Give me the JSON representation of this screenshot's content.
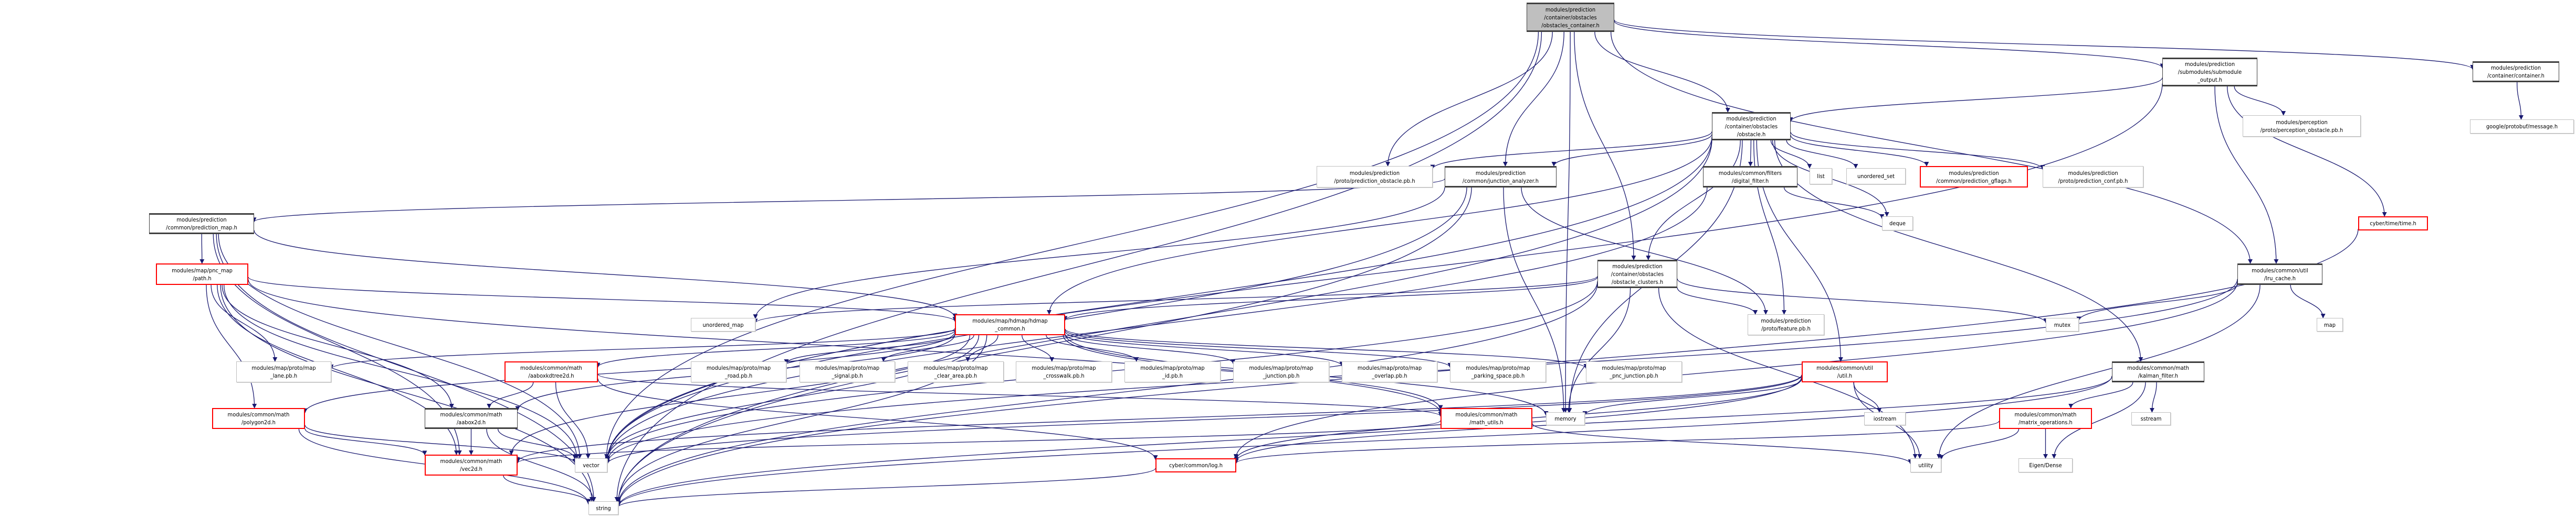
{
  "title": "obstacles_container.h include dependency graph",
  "colors": {
    "edge": "#191970",
    "red_border": "#ff0000",
    "root_fill": "#bfbfbf"
  },
  "nodes": {
    "root": {
      "label": "modules/prediction\n/container/obstacles\n/obstacles_container.h",
      "kind": "root"
    },
    "submodule_output": {
      "label": "modules/prediction\n/submodules/submodule\n_output.h",
      "kind": "doc"
    },
    "container": {
      "label": "modules/prediction\n/container/container.h",
      "kind": "doc"
    },
    "message": {
      "label": "google/protobuf/message.h",
      "kind": "plain"
    },
    "obstacle": {
      "label": "modules/prediction\n/container/obstacles\n/obstacle.h",
      "kind": "doc"
    },
    "perception_obstacle": {
      "label": "modules/perception\n/proto/perception_obstacle.pb.h",
      "kind": "plain"
    },
    "prediction_obstacle": {
      "label": "modules/prediction\n/proto/prediction_obstacle.pb.h",
      "kind": "plain"
    },
    "junction_analyzer": {
      "label": "modules/prediction\n/common/junction_analyzer.h",
      "kind": "doc"
    },
    "digital_filter": {
      "label": "modules/common/filters\n/digital_filter.h",
      "kind": "doc"
    },
    "list": {
      "label": "list",
      "kind": "plain"
    },
    "unordered_set": {
      "label": "unordered_set",
      "kind": "plain"
    },
    "gflags": {
      "label": "modules/prediction\n/common/prediction_gflags.h",
      "kind": "red"
    },
    "prediction_conf": {
      "label": "modules/prediction\n/proto/prediction_conf.pb.h",
      "kind": "plain"
    },
    "time": {
      "label": "cyber/time/time.h",
      "kind": "red"
    },
    "prediction_map": {
      "label": "modules/prediction\n/common/prediction_map.h",
      "kind": "doc"
    },
    "pnc_path": {
      "label": "modules/map/pnc_map\n/path.h",
      "kind": "red"
    },
    "obstacle_clusters": {
      "label": "modules/prediction\n/container/obstacles\n/obstacle_clusters.h",
      "kind": "doc"
    },
    "deque": {
      "label": "deque",
      "kind": "plain"
    },
    "lru_cache": {
      "label": "modules/common/util\n/lru_cache.h",
      "kind": "doc"
    },
    "unordered_map": {
      "label": "unordered_map",
      "kind": "plain"
    },
    "hdmap_common": {
      "label": "modules/map/hdmap/hdmap\n_common.h",
      "kind": "red"
    },
    "feature": {
      "label": "modules/prediction\n/proto/feature.pb.h",
      "kind": "plain"
    },
    "mutex": {
      "label": "mutex",
      "kind": "plain"
    },
    "map": {
      "label": "map",
      "kind": "plain"
    },
    "lane_pb": {
      "label": "modules/map/proto/map\n_lane.pb.h",
      "kind": "plain"
    },
    "aaboxkdtree2d": {
      "label": "modules/common/math\n/aaboxkdtree2d.h",
      "kind": "red"
    },
    "road_pb": {
      "label": "modules/map/proto/map\n_road.pb.h",
      "kind": "plain"
    },
    "signal_pb": {
      "label": "modules/map/proto/map\n_signal.pb.h",
      "kind": "plain"
    },
    "clear_area_pb": {
      "label": "modules/map/proto/map\n_clear_area.pb.h",
      "kind": "plain"
    },
    "crosswalk_pb": {
      "label": "modules/map/proto/map\n_crosswalk.pb.h",
      "kind": "plain"
    },
    "id_pb": {
      "label": "modules/map/proto/map\n_id.pb.h",
      "kind": "plain"
    },
    "junction_pb": {
      "label": "modules/map/proto/map\n_junction.pb.h",
      "kind": "plain"
    },
    "overlap_pb": {
      "label": "modules/map/proto/map\n_overlap.pb.h",
      "kind": "plain"
    },
    "parking_space_pb": {
      "label": "modules/map/proto/map\n_parking_space.pb.h",
      "kind": "plain"
    },
    "pnc_junction_pb": {
      "label": "modules/map/proto/map\n_pnc_junction.pb.h",
      "kind": "plain"
    },
    "util": {
      "label": "modules/common/util\n/util.h",
      "kind": "red"
    },
    "kalman_filter": {
      "label": "modules/common/math\n/kalman_filter.h",
      "kind": "doc"
    },
    "polygon2d": {
      "label": "modules/common/math\n/polygon2d.h",
      "kind": "red"
    },
    "aabox2d": {
      "label": "modules/common/math\n/aabox2d.h",
      "kind": "doc"
    },
    "math_utils": {
      "label": "modules/common/math\n/math_utils.h",
      "kind": "red"
    },
    "memory": {
      "label": "memory",
      "kind": "plain"
    },
    "iostream": {
      "label": "iostream",
      "kind": "plain"
    },
    "matrix_operations": {
      "label": "modules/common/math\n/matrix_operations.h",
      "kind": "red"
    },
    "sstream": {
      "label": "sstream",
      "kind": "plain"
    },
    "vec2d": {
      "label": "modules/common/math\n/vec2d.h",
      "kind": "red"
    },
    "vector": {
      "label": "vector",
      "kind": "plain"
    },
    "log": {
      "label": "cyber/common/log.h",
      "kind": "red"
    },
    "utility": {
      "label": "utility",
      "kind": "plain"
    },
    "eigen": {
      "label": "Eigen/Dense",
      "kind": "plain"
    },
    "string": {
      "label": "string",
      "kind": "plain"
    }
  },
  "edges": [
    [
      "root",
      "submodule_output"
    ],
    [
      "root",
      "container"
    ],
    [
      "root",
      "obstacle"
    ],
    [
      "root",
      "prediction_obstacle"
    ],
    [
      "root",
      "junction_analyzer"
    ],
    [
      "root",
      "obstacle_clusters"
    ],
    [
      "root",
      "lru_cache"
    ],
    [
      "root",
      "memory"
    ],
    [
      "root",
      "vector"
    ],
    [
      "root",
      "string"
    ],
    [
      "submodule_output",
      "obstacle"
    ],
    [
      "submodule_output",
      "perception_obstacle"
    ],
    [
      "submodule_output",
      "time"
    ],
    [
      "submodule_output",
      "lru_cache"
    ],
    [
      "submodule_output",
      "vector"
    ],
    [
      "container",
      "message"
    ],
    [
      "obstacle",
      "prediction_obstacle"
    ],
    [
      "obstacle",
      "junction_analyzer"
    ],
    [
      "obstacle",
      "digital_filter"
    ],
    [
      "obstacle",
      "list"
    ],
    [
      "obstacle",
      "unordered_set"
    ],
    [
      "obstacle",
      "gflags"
    ],
    [
      "obstacle",
      "prediction_conf"
    ],
    [
      "obstacle",
      "obstacle_clusters"
    ],
    [
      "obstacle",
      "feature"
    ],
    [
      "obstacle",
      "hdmap_common"
    ],
    [
      "obstacle",
      "kalman_filter"
    ],
    [
      "obstacle",
      "deque"
    ],
    [
      "obstacle",
      "memory"
    ],
    [
      "obstacle",
      "vector"
    ],
    [
      "obstacle",
      "string"
    ],
    [
      "obstacle",
      "util"
    ],
    [
      "junction_analyzer",
      "prediction_map"
    ],
    [
      "junction_analyzer",
      "unordered_map"
    ],
    [
      "junction_analyzer",
      "feature"
    ],
    [
      "junction_analyzer",
      "memory"
    ],
    [
      "junction_analyzer",
      "vector"
    ],
    [
      "junction_analyzer",
      "string"
    ],
    [
      "digital_filter",
      "deque"
    ],
    [
      "digital_filter",
      "vector"
    ],
    [
      "prediction_map",
      "pnc_path"
    ],
    [
      "prediction_map",
      "hdmap_common"
    ],
    [
      "prediction_map",
      "vector"
    ],
    [
      "prediction_map",
      "string"
    ],
    [
      "prediction_map",
      "vec2d"
    ],
    [
      "pnc_path",
      "hdmap_common"
    ],
    [
      "pnc_path",
      "lane_pb"
    ],
    [
      "pnc_path",
      "vec2d"
    ],
    [
      "pnc_path",
      "vector"
    ],
    [
      "pnc_path",
      "string"
    ],
    [
      "pnc_path",
      "polygon2d"
    ],
    [
      "pnc_path",
      "aabox2d"
    ],
    [
      "pnc_path",
      "math_utils"
    ],
    [
      "obstacle_clusters",
      "hdmap_common"
    ],
    [
      "obstacle_clusters",
      "feature"
    ],
    [
      "obstacle_clusters",
      "unordered_map"
    ],
    [
      "obstacle_clusters",
      "mutex"
    ],
    [
      "obstacle_clusters",
      "memory"
    ],
    [
      "obstacle_clusters",
      "vector"
    ],
    [
      "obstacle_clusters",
      "string"
    ],
    [
      "obstacle_clusters",
      "utility"
    ],
    [
      "lru_cache",
      "mutex"
    ],
    [
      "lru_cache",
      "map"
    ],
    [
      "lru_cache",
      "utility"
    ],
    [
      "lru_cache",
      "vector"
    ],
    [
      "lru_cache",
      "log"
    ],
    [
      "hdmap_common",
      "lane_pb"
    ],
    [
      "hdmap_common",
      "road_pb"
    ],
    [
      "hdmap_common",
      "signal_pb"
    ],
    [
      "hdmap_common",
      "clear_area_pb"
    ],
    [
      "hdmap_common",
      "crosswalk_pb"
    ],
    [
      "hdmap_common",
      "id_pb"
    ],
    [
      "hdmap_common",
      "junction_pb"
    ],
    [
      "hdmap_common",
      "overlap_pb"
    ],
    [
      "hdmap_common",
      "parking_space_pb"
    ],
    [
      "hdmap_common",
      "pnc_junction_pb"
    ],
    [
      "hdmap_common",
      "aaboxkdtree2d"
    ],
    [
      "hdmap_common",
      "polygon2d"
    ],
    [
      "hdmap_common",
      "aabox2d"
    ],
    [
      "hdmap_common",
      "vec2d"
    ],
    [
      "hdmap_common",
      "math_utils"
    ],
    [
      "hdmap_common",
      "memory"
    ],
    [
      "hdmap_common",
      "vector"
    ],
    [
      "hdmap_common",
      "string"
    ],
    [
      "aaboxkdtree2d",
      "aabox2d"
    ],
    [
      "aaboxkdtree2d",
      "vector"
    ],
    [
      "aaboxkdtree2d",
      "log"
    ],
    [
      "aaboxkdtree2d",
      "math_utils"
    ],
    [
      "polygon2d",
      "vec2d"
    ],
    [
      "polygon2d",
      "vector"
    ],
    [
      "polygon2d",
      "string"
    ],
    [
      "aabox2d",
      "vec2d"
    ],
    [
      "aabox2d",
      "vector"
    ],
    [
      "aabox2d",
      "string"
    ],
    [
      "vec2d",
      "string"
    ],
    [
      "math_utils",
      "utility"
    ],
    [
      "math_utils",
      "vec2d"
    ],
    [
      "util",
      "memory"
    ],
    [
      "util",
      "iostream"
    ],
    [
      "util",
      "utility"
    ],
    [
      "util",
      "vector"
    ],
    [
      "util",
      "string"
    ],
    [
      "util",
      "vec2d"
    ],
    [
      "util",
      "log"
    ],
    [
      "kalman_filter",
      "matrix_operations"
    ],
    [
      "kalman_filter",
      "sstream"
    ],
    [
      "kalman_filter",
      "eigen"
    ],
    [
      "kalman_filter",
      "log"
    ],
    [
      "kalman_filter",
      "string"
    ],
    [
      "matrix_operations",
      "utility"
    ],
    [
      "matrix_operations",
      "eigen"
    ],
    [
      "matrix_operations",
      "log"
    ],
    [
      "time",
      "string"
    ],
    [
      "log",
      "string"
    ]
  ]
}
